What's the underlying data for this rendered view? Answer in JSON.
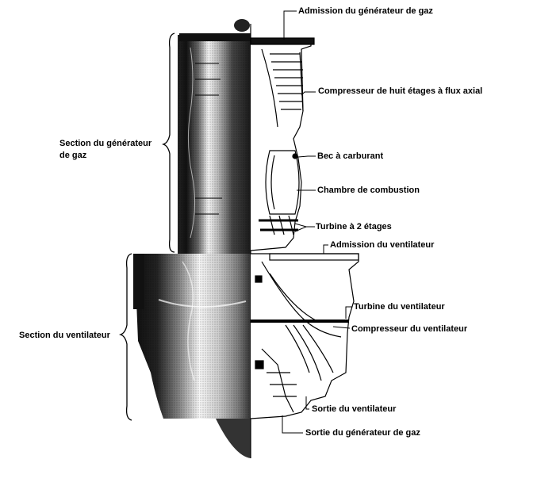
{
  "labels": {
    "gas_generator_intake": "Admission du générateur de gaz",
    "compressor": "Compresseur de huit étages à flux axial",
    "fuel_nozzle": "Bec à carburant",
    "combustion_chamber": "Chambre de combustion",
    "turbine_2_stage": "Turbine à 2 étages",
    "fan_intake": "Admission du ventilateur",
    "fan_turbine": "Turbine du ventilateur",
    "fan_compressor": "Compresseur du ventilateur",
    "fan_outlet": "Sortie du ventilateur",
    "gas_generator_outlet": "Sortie du générateur de gaz",
    "gas_generator_section_line1": "Section du générateur",
    "gas_generator_section_line2": "de gaz",
    "fan_section": "Section du ventilateur"
  }
}
